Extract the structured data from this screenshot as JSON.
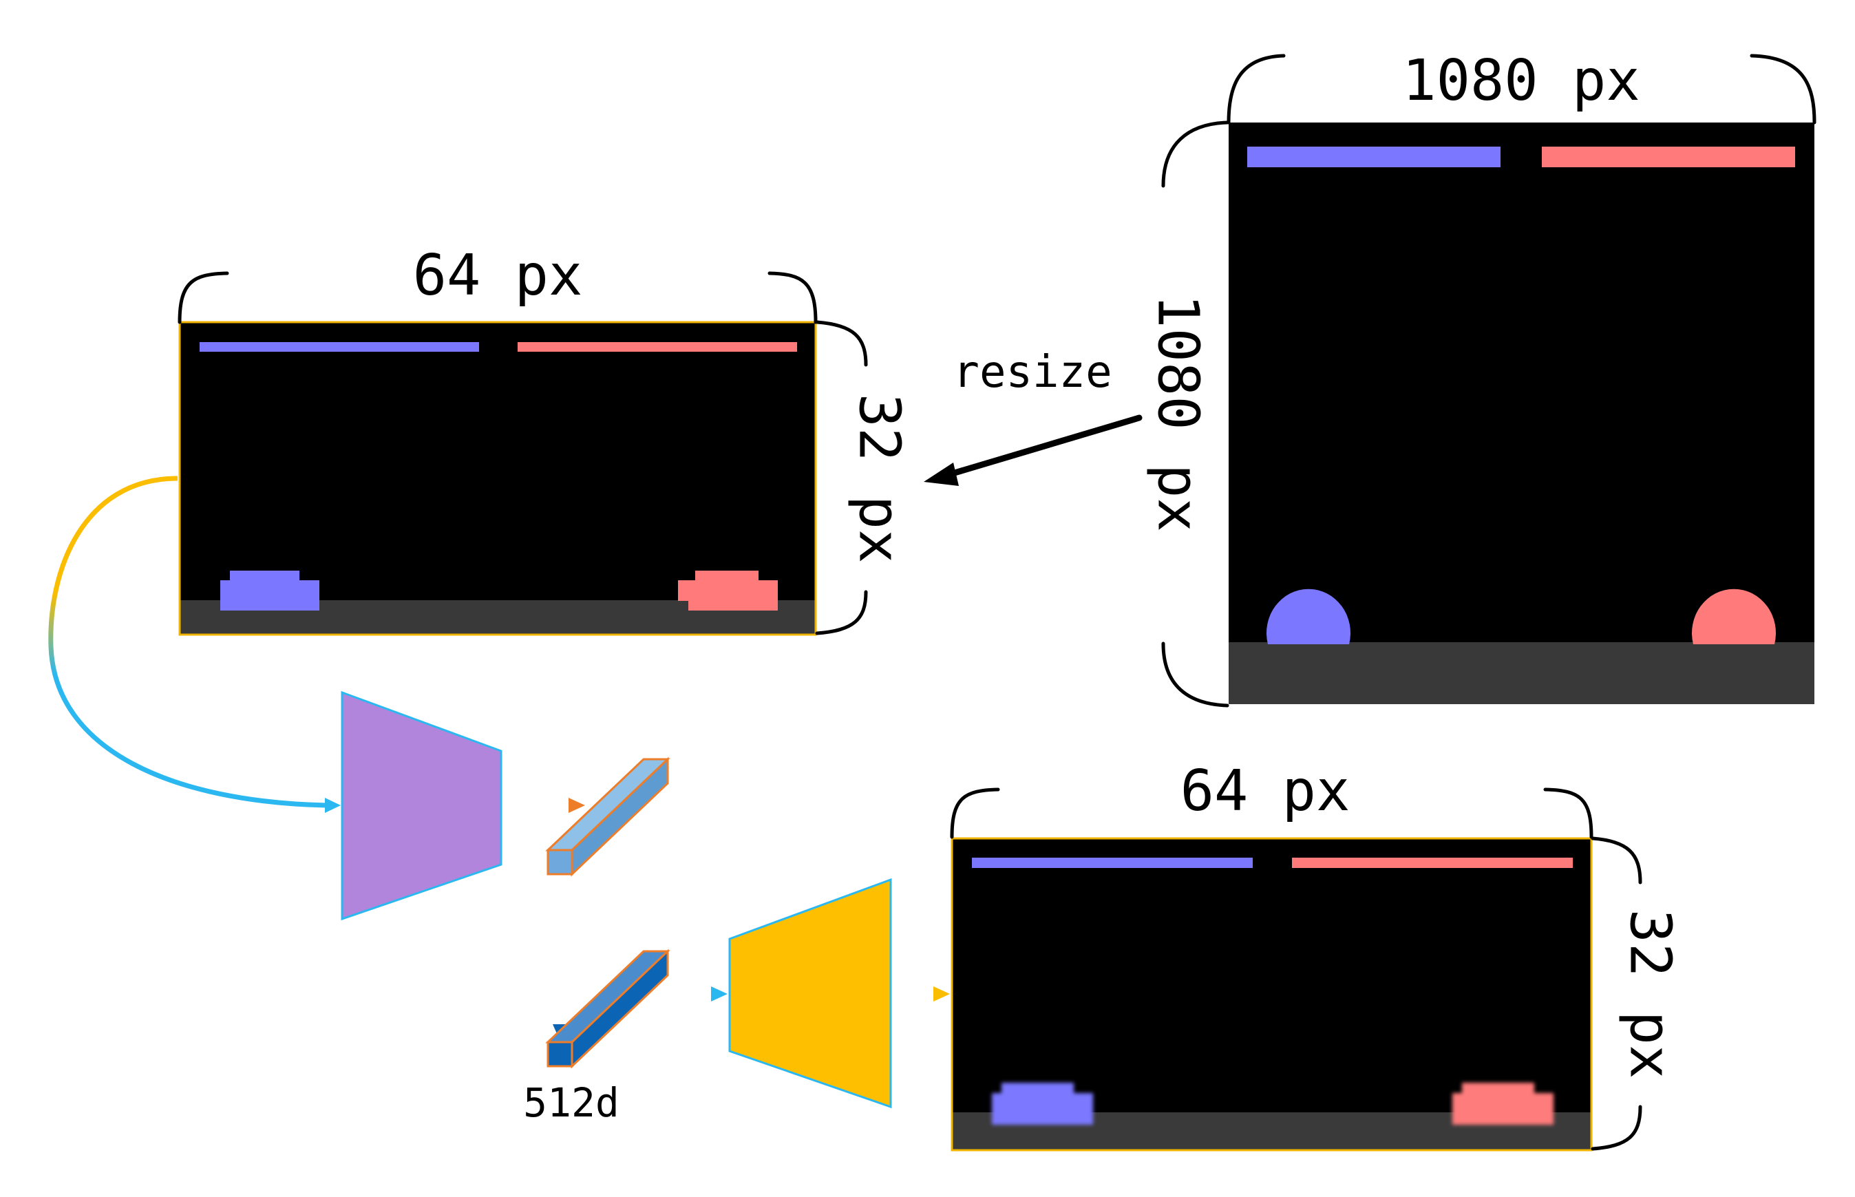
{
  "labels": {
    "orig_width": "1080 px",
    "orig_height": "1080 px",
    "resize": "resize",
    "small_width": "64 px",
    "small_height": "32 px",
    "recon_width": "64 px",
    "recon_height": "32 px",
    "latent": "512d"
  },
  "colors": {
    "blue_player": "#7b78ff",
    "red_player": "#ff7b7b",
    "floor": "#393939",
    "screen": "#000000",
    "frame_border": "#f0b400",
    "encoder": "#b085db",
    "decoder": "#fdbf00",
    "latent_light": "#6fa8dc",
    "latent_dark": "#0b64b4",
    "edge_cyan": "#2bb8f0",
    "edge_orange": "#ee7d2a"
  }
}
